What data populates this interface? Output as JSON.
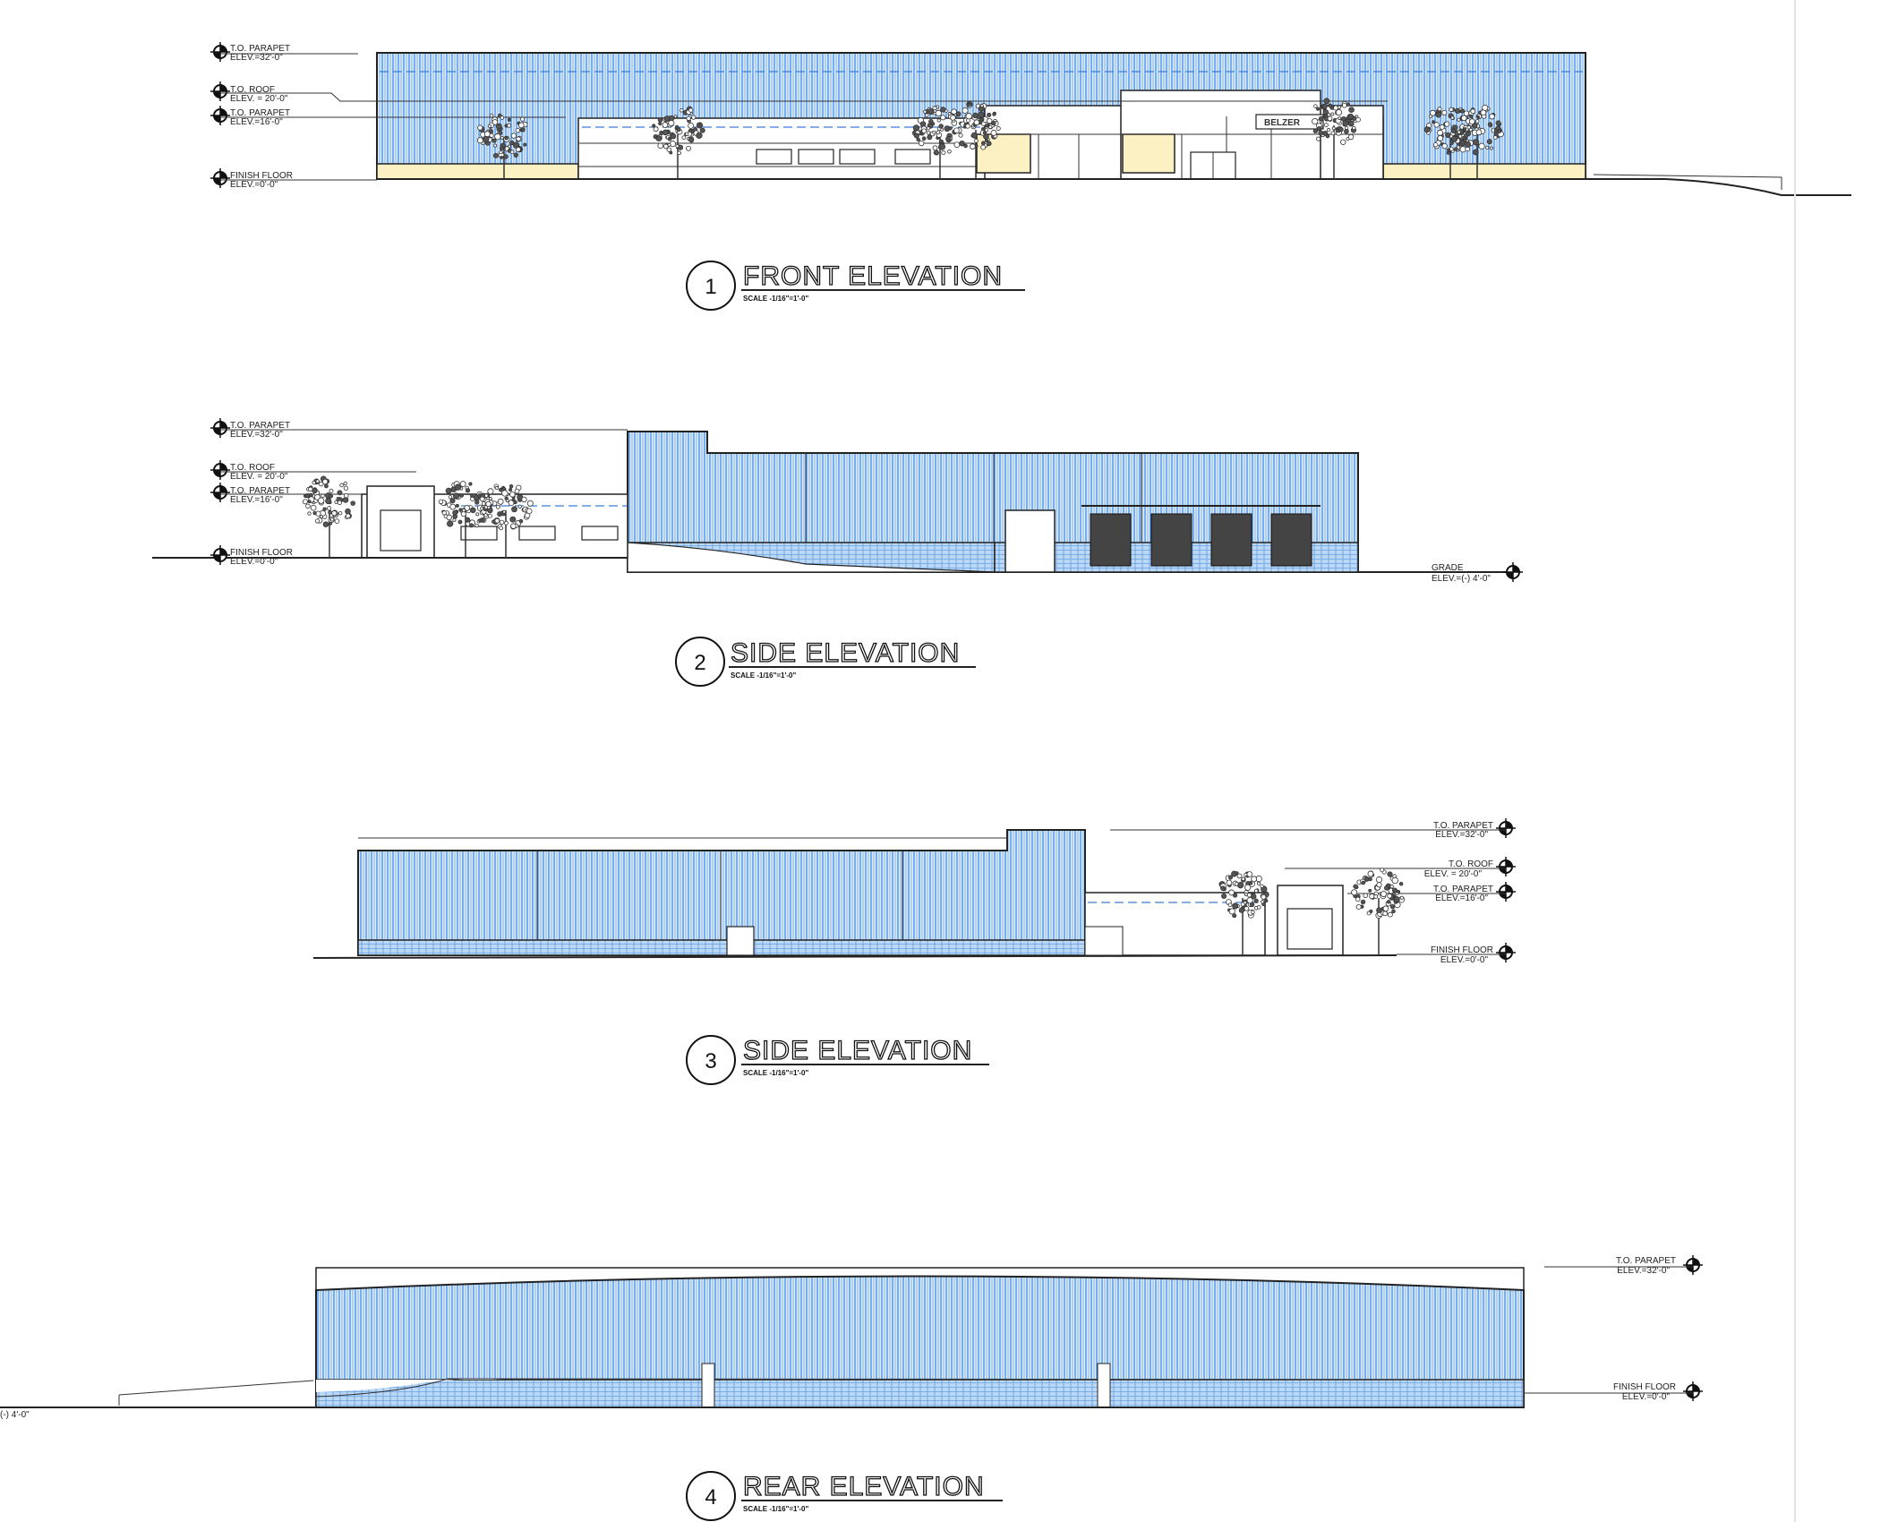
{
  "drawings": [
    {
      "number": "1",
      "title": "FRONT ELEVATION",
      "scale": "SCALE -1/16\"=1'-0\""
    },
    {
      "number": "2",
      "title": "SIDE ELEVATION",
      "scale": "SCALE -1/16\"=1'-0\""
    },
    {
      "number": "3",
      "title": "SIDE ELEVATION",
      "scale": "SCALE -1/16\"=1'-0\""
    },
    {
      "number": "4",
      "title": "REAR ELEVATION",
      "scale": "SCALE -1/16\"=1'-0\""
    }
  ],
  "levels": {
    "parapet32": {
      "name": "T.O. PARAPET",
      "elev": "ELEV.=32'-0\""
    },
    "roof20": {
      "name": "T.O. ROOF",
      "elev": "ELEV. = 20'-0\""
    },
    "parapet16": {
      "name": "T.O. PARAPET",
      "elev": "ELEV.=16'-0\""
    },
    "floor": {
      "name": "FINISH FLOOR",
      "elev": "ELEV.=0'-0\""
    },
    "grade": {
      "name": "GRADE",
      "elev": "ELEV.=(-) 4'-0\""
    },
    "grade_cut": "(-) 4'-0\""
  },
  "sign": {
    "brand": "BELZER"
  },
  "colors": {
    "cladding": "#3a86e0",
    "base": "#bcd8f5",
    "yellow": "#fbf1c2",
    "ink": "#222222"
  }
}
